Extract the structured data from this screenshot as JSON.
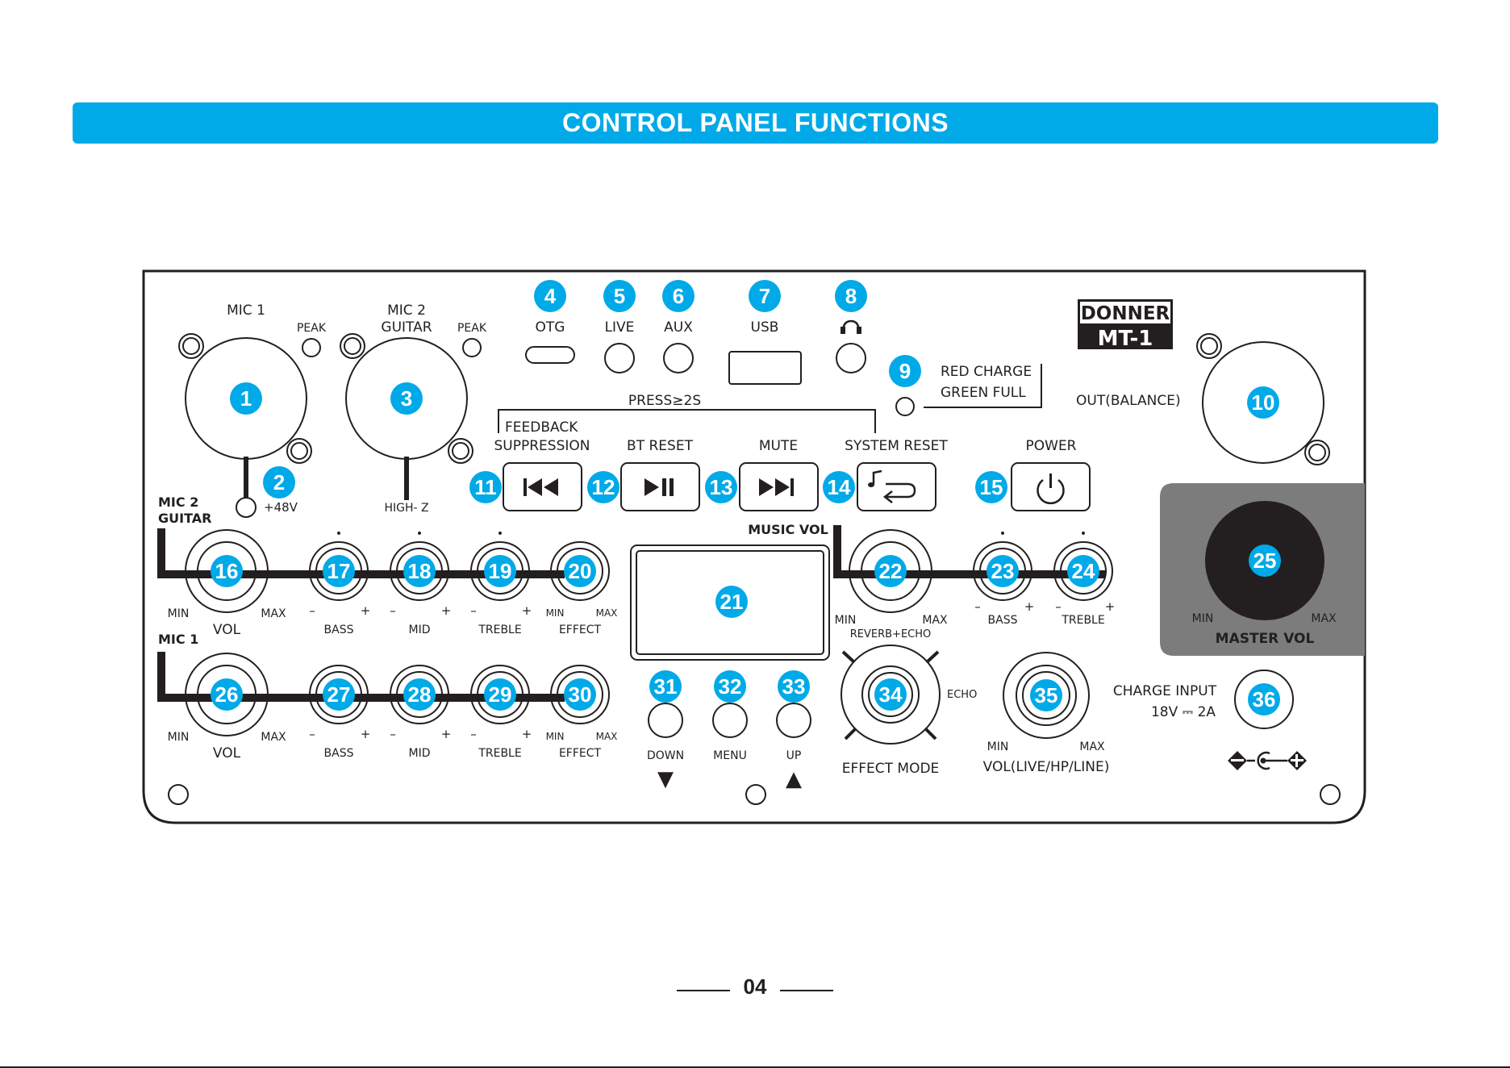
{
  "header": {
    "title": "CONTROL PANEL FUNCTIONS"
  },
  "brand": {
    "name": "DONNER",
    "model": "MT-1"
  },
  "colors": {
    "accent": "#00a9e7",
    "ink": "#231f20",
    "master_bg": "#7d7c7c"
  },
  "top_labels": {
    "mic1": "MIC 1",
    "mic2_a": "MIC 2",
    "mic2_b": "GUITAR",
    "peak1": "PEAK",
    "peak2": "PEAK",
    "otg": "OTG",
    "live": "LIVE",
    "aux": "AUX",
    "usb": "USB",
    "phantom": "+48V",
    "highz": "HIGH- Z",
    "charge_led_1": "RED CHARGE",
    "charge_led_2": "GREEN FULL",
    "out_balance": "OUT(BALANCE)"
  },
  "press_note": "PRESS≥2S",
  "button_labels": {
    "feedback_1": "FEEDBACK",
    "feedback_2": "SUPPRESSION",
    "bt_reset": "BT RESET",
    "mute": "MUTE",
    "system_reset": "SYSTEM RESET",
    "power": "POWER"
  },
  "channel_labels": {
    "ch2_a": "MIC 2",
    "ch2_b": "GUITAR",
    "ch1": "MIC 1",
    "vol": "VOL",
    "bass": "BASS",
    "mid": "MID",
    "treble": "TREBLE",
    "effect": "EFFECT",
    "min": "MIN",
    "max": "MAX",
    "minus": "–",
    "plus": "+",
    "dot": "•"
  },
  "music": {
    "title": "MUSIC VOL",
    "bass": "BASS",
    "treble": "TREBLE"
  },
  "master": {
    "title": "MASTER VOL",
    "min": "MIN",
    "max": "MAX"
  },
  "menu": {
    "down": "DOWN",
    "menu": "MENU",
    "up": "UP",
    "down_arrow": "▼",
    "up_arrow": "▲"
  },
  "effect": {
    "reverb_echo": "REVERB+ECHO",
    "echo": "ECHO",
    "mode": "EFFECT MODE",
    "vol": "VOL(LIVE/HP/LINE)"
  },
  "charge": {
    "title": "CHARGE INPUT",
    "rating": "18V ⎓ 2A"
  },
  "callouts": [
    "1",
    "2",
    "3",
    "4",
    "5",
    "6",
    "7",
    "8",
    "9",
    "10",
    "11",
    "12",
    "13",
    "14",
    "15",
    "16",
    "17",
    "18",
    "19",
    "20",
    "21",
    "22",
    "23",
    "24",
    "25",
    "26",
    "27",
    "28",
    "29",
    "30",
    "31",
    "32",
    "33",
    "34",
    "35",
    "36"
  ],
  "page_number": "04"
}
